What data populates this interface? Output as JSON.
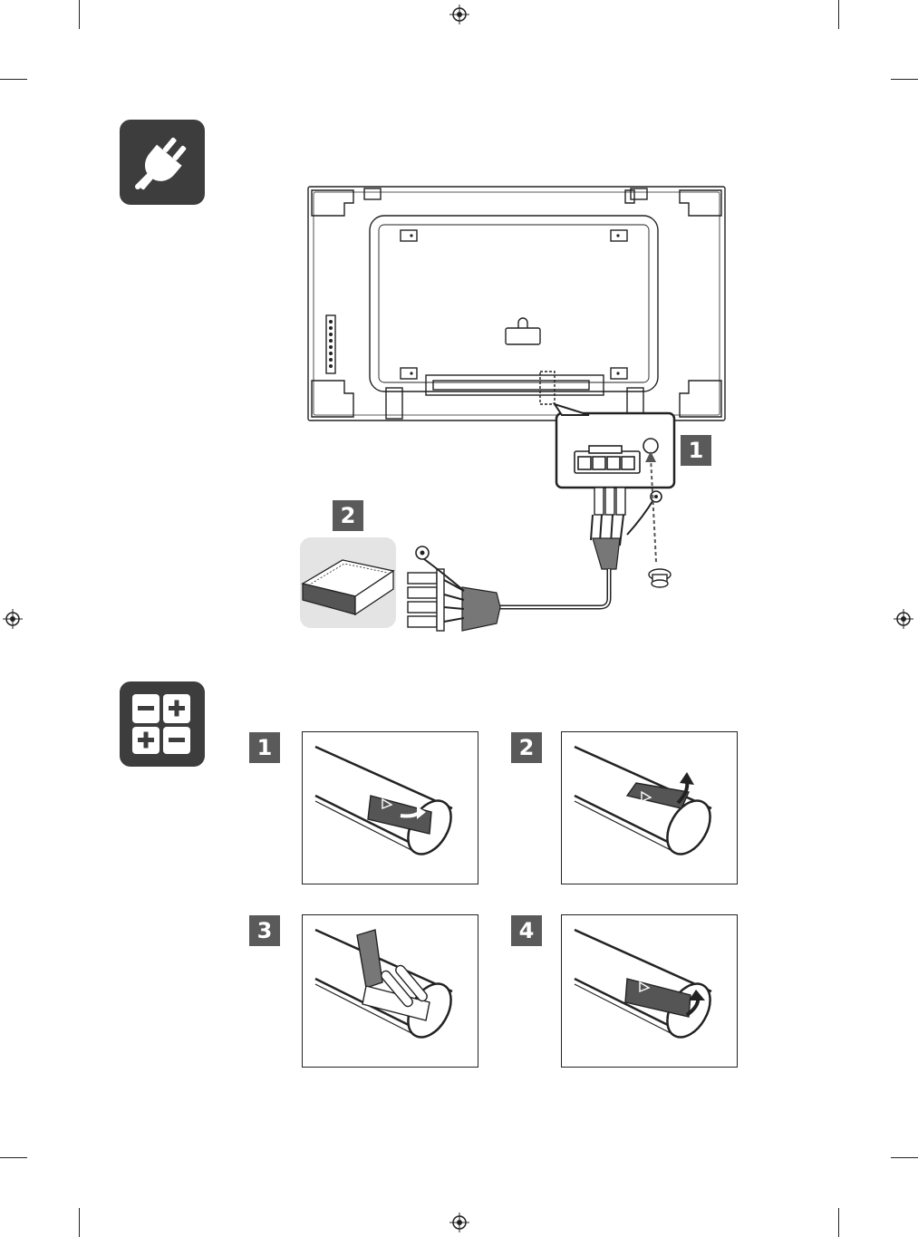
{
  "icons": {
    "power_section": "power-plug-icon",
    "battery_section": "battery-icon",
    "registration": "registration-mark-icon"
  },
  "power_diagram": {
    "step_1": "1",
    "step_2": "2"
  },
  "battery_steps": [
    {
      "number": "1"
    },
    {
      "number": "2"
    },
    {
      "number": "3"
    },
    {
      "number": "4"
    }
  ],
  "colors": {
    "icon_bg": "#3d3d3d",
    "badge_bg": "#5a5a5a",
    "panel_bg": "#e4e4e4"
  }
}
